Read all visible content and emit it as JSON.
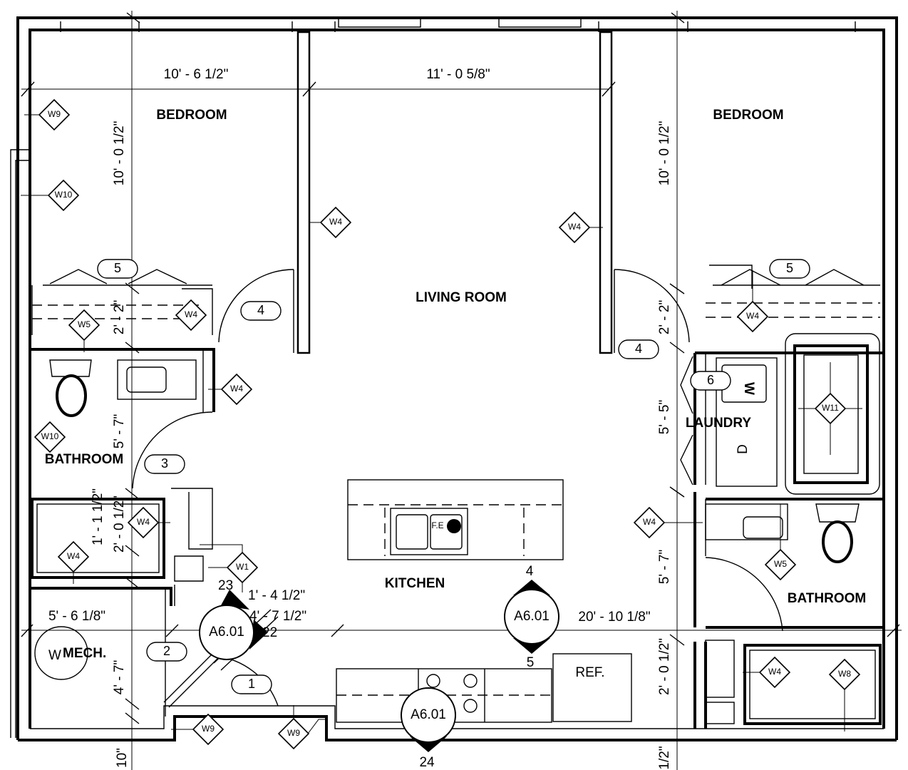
{
  "rooms": {
    "bedroom_left": "BEDROOM",
    "bedroom_right": "BEDROOM",
    "living": "LIVING ROOM",
    "bathroom_left": "BATHROOM",
    "kitchen": "KITCHEN",
    "laundry": "LAUNDRY",
    "bathroom_right": "BATHROOM",
    "mech_prefix": "W",
    "mech": "MECH.",
    "ref": "REF.",
    "washer": "W",
    "dryer": "D",
    "fire_ext": "F.E"
  },
  "dims": {
    "d1": "10' - 6 1/2\"",
    "d2": "11' - 0 5/8\"",
    "d3": "10' - 0 1/2\"",
    "d4": "10' - 0 1/2\"",
    "d5": "2' - 2\"",
    "d6": "2' - 2\"",
    "d7": "5' - 7\"",
    "d8": "1' - 1 1/2\"",
    "d9": "2' - 0 1/2\"",
    "d10": "5' - 6 1/8\"",
    "d11": "4' - 7\"",
    "d12": "10\"",
    "d13": "1' - 4 1/2\"",
    "d14": "4' - 7 1/2\"",
    "d15": "20' - 10 1/8\"",
    "d16": "5' - 5\"",
    "d17": "5' - 7\"",
    "d18": "2' - 0 1/2\"",
    "d19": "1/2\""
  },
  "doors": [
    "5",
    "4",
    "4",
    "5",
    "6",
    "3",
    "2",
    "1"
  ],
  "window_tags": [
    "W9",
    "W10",
    "W4",
    "W4",
    "W5",
    "W4",
    "W4",
    "W10",
    "W4",
    "W4",
    "W1",
    "W9",
    "W9",
    "W4",
    "W11",
    "W4",
    "W5",
    "W4",
    "W8"
  ],
  "sections": [
    {
      "sheet": "A6.01",
      "num_a": "23",
      "num_b": "22"
    },
    {
      "sheet": "A6.01",
      "num_a": "4",
      "num_b": "5"
    },
    {
      "sheet": "A6.01",
      "num_a": "24"
    }
  ]
}
